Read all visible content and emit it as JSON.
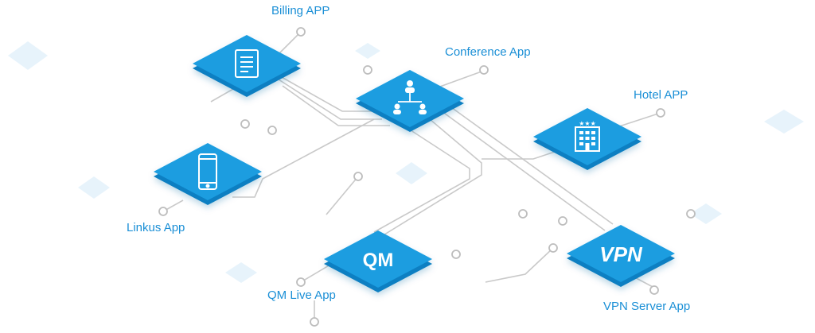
{
  "diagram": {
    "nodes": [
      {
        "id": "billing",
        "label": "Billing APP",
        "icon": "document-list-icon"
      },
      {
        "id": "conference",
        "label": "Conference App",
        "icon": "people-network-icon"
      },
      {
        "id": "hotel",
        "label": "Hotel APP",
        "icon": "hotel-building-icon"
      },
      {
        "id": "linkus",
        "label": "Linkus App",
        "icon": "smartphone-icon"
      },
      {
        "id": "qm",
        "label": "QM Live App",
        "icon_text": "QM"
      },
      {
        "id": "vpn",
        "label": "VPN Server App",
        "icon_text": "VPN"
      }
    ],
    "colors": {
      "tile": "#1296db",
      "tile_top": "#1aa3e6",
      "tile_edge": "#0b7fc2",
      "label": "#1a8fd6",
      "line": "#c9c9c9",
      "ghost_tile": "#e6f3fb"
    }
  }
}
